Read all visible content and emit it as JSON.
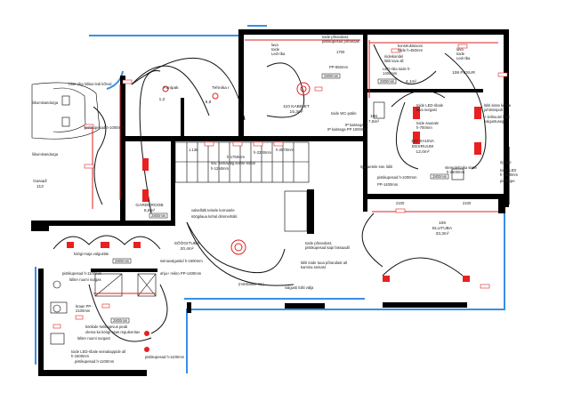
{
  "rooms": {
    "garage": {
      "name": "Garaaž",
      "number": "113"
    },
    "panipak": {
      "name": "Panipak",
      "area": "1,2"
    },
    "tehnika": {
      "name": "Tehnika r",
      "area": "5,8"
    },
    "kabinet": {
      "name": "110 KABINET",
      "area": "15,3m²"
    },
    "wc": {
      "name": "106",
      "area": "7,6m²"
    },
    "riietus": {
      "area": "4,1m²"
    },
    "pesur": {
      "name": "108 PESUR"
    },
    "sauna": {
      "name": "107 SAUNA",
      "sub": "EESRUUM",
      "area": "12,0m²"
    },
    "elutuba": {
      "name": "106",
      "sub": "ELUTUBA",
      "area": "33,3m²"
    },
    "garderoob": {
      "name": "GARDEROOB",
      "area": "6,8m²"
    },
    "sooogituba": {
      "name": "SÖÖGITUBA",
      "area": "20,4m²"
    }
  },
  "labels": [
    "LED-riba lülitus ledi kõrval",
    "liikumisandurga",
    "pistikupesad h-1000mm",
    "liikumisandurga",
    "toide põrandast,",
    "pistikupesad põrandas",
    "PP-650mm",
    "1700",
    "lava",
    "toide",
    "Led-riba",
    "toide WC-potile",
    "IP kaitsega PP 1000mm",
    "konstruktsiooni",
    "toide h-450mm",
    "riideikoridel",
    "lüliti lava all",
    "LED-riba toide h-",
    "1400mm",
    "lava",
    "toide",
    "Led-riba",
    "toide LED-ribale",
    "lava nurgast",
    "toide saunale",
    "h-700mm",
    "lüliti sisse kerise",
    "juhtimispult",
    "+ leiliruumi lüliti",
    "valgustusega",
    "ripplaetele süv. lüliti",
    "pistikupesad h-1000mm",
    "PP-1400mm",
    "stereotehnika sisse",
    "h-1500mm",
    "ripplae",
    "toide LED",
    "h-1500mm",
    "pistikupe",
    "2100",
    "2100",
    "valsellülti teisele korrusele",
    "söögilaua kohal dimmerlüliti",
    "1.136",
    "h-1750mm",
    "süv. seinavalg.seinte kohal",
    "h-1250mm",
    "h-2300mm",
    "h-2870mm",
    "toide põrandast,",
    "pistikupesad kapi fassaadil",
    "lüliti toide tuua põrandast alt",
    "kamina seinast",
    "valgusti lüliti välja",
    "(mööbliase int.)",
    "seinavalgustid h-1600mm",
    "ahju+ mikro PP-1400mm",
    "köögi-maja valgustite",
    "pistikupesad h-1100mm",
    "lüliter ruumi nurgas",
    "kraan PP-",
    "2100mm",
    "köökide helitugevus peab",
    "olema ka köögi osas reguleeritav",
    "lüliter ruumi nurgast",
    "toide LED-ribale seinakappide all",
    "h-1500mm",
    "pistikupesad h-1100mm",
    "pistikupesad h-1100mm",
    "IP kaitsega"
  ],
  "dimensions": [
    "2800mm",
    "2800mm",
    "2800mm",
    "2800mm",
    "2800mm",
    "2800mm"
  ],
  "colors": {
    "wall": "#000000",
    "electrical": "#e02020",
    "window": "#3a8ee6"
  }
}
